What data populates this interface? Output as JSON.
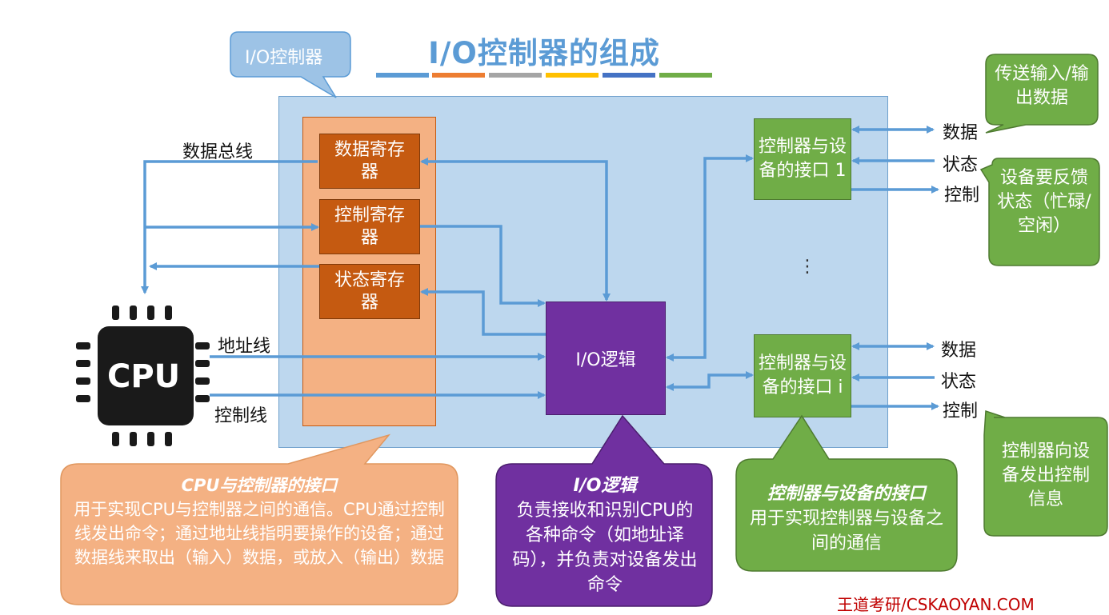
{
  "title": "I/O控制器的组成",
  "title_bar_colors": [
    "#5b9bd5",
    "#ed7d31",
    "#a5a5a5",
    "#ffc000",
    "#4472c4",
    "#70ad47"
  ],
  "controller_callout": "I/O控制器",
  "registers": {
    "data": "数据寄存器",
    "control": "控制寄存器",
    "status": "状态寄存器"
  },
  "io_logic": "I/O逻辑",
  "device_interfaces": {
    "first": "控制器与设备的接口 1",
    "last": "控制器与设备的接口 i"
  },
  "ellipsis": "⋮",
  "bus_labels": {
    "data_bus": "数据总线",
    "address_bus": "地址线",
    "control_bus": "控制线"
  },
  "cpu_label": "CPU",
  "device_signals_top": [
    "数据",
    "状态",
    "控制"
  ],
  "device_signals_bottom": [
    "数据",
    "状态",
    "控制"
  ],
  "notes": {
    "transfer_data": "传送输入/输出数据",
    "device_status": "设备要反馈状态（忙碌/空闲）",
    "control_info": "控制器向设备发出控制信息"
  },
  "callouts": {
    "cpu_interface": {
      "heading": "CPU与控制器的接口",
      "body": "用于实现CPU与控制器之间的通信。CPU通过控制线发出命令；通过地址线指明要操作的设备；通过数据线来取出（输入）数据，或放入（输出）数据"
    },
    "io_logic": {
      "heading": "I/O逻辑",
      "body": "负责接收和识别CPU的各种命令（如地址译码），并负责对设备发出命令"
    },
    "device_interface": {
      "heading": "控制器与设备的接口",
      "body": "用于实现控制器与设备之间的通信"
    }
  },
  "footer": "王道考研/CSKAOYAN.COM",
  "colors": {
    "panel": "#bdd7ee",
    "cpu_interface": "#f4b183",
    "register": "#c55a11",
    "io_logic": "#7030a0",
    "device_interface": "#70ad47",
    "arrow": "#5b9bd5"
  }
}
